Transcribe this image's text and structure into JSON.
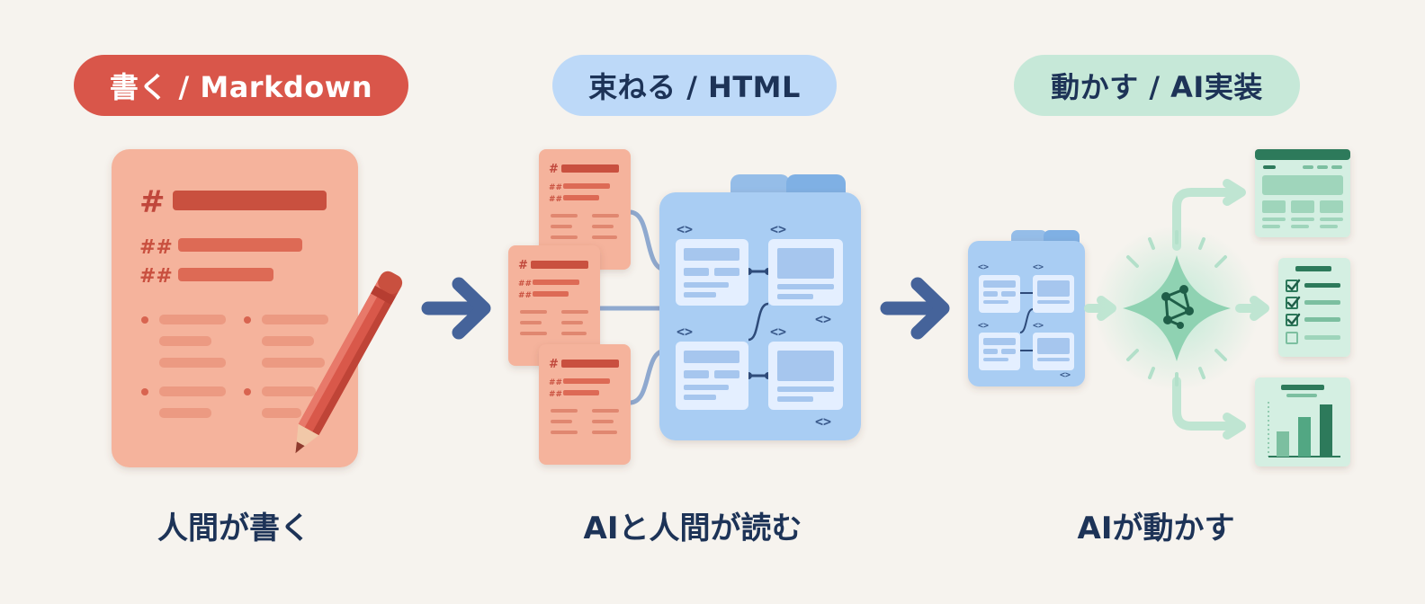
{
  "stages": {
    "write": {
      "label": "書く / Markdown",
      "caption": "人間が書く"
    },
    "bundle": {
      "label": "束ねる / HTML",
      "caption": "AIと人間が読む"
    },
    "run": {
      "label": "動かす / AI実装",
      "caption": "AIが動かす"
    }
  },
  "glyphs": {
    "h1": "#",
    "h2": "##",
    "tag": "<>"
  },
  "colors": {
    "background": "#f6f3ee",
    "markdown_accent": "#d9564a",
    "markdown_paper": "#f5b39c",
    "html_accent": "#bdd9f8",
    "html_folder": "#a9cdf3",
    "ai_accent": "#c6e8d8",
    "ai_output": "#d4efe2",
    "arrow": "#45639a",
    "text_dark": "#1d3357"
  },
  "icons": [
    "markdown-document-icon",
    "pencil-icon",
    "arrow-right-icon",
    "html-folder-icon",
    "ai-network-star-icon",
    "web-page-output-icon",
    "checklist-output-icon",
    "bar-chart-output-icon"
  ]
}
